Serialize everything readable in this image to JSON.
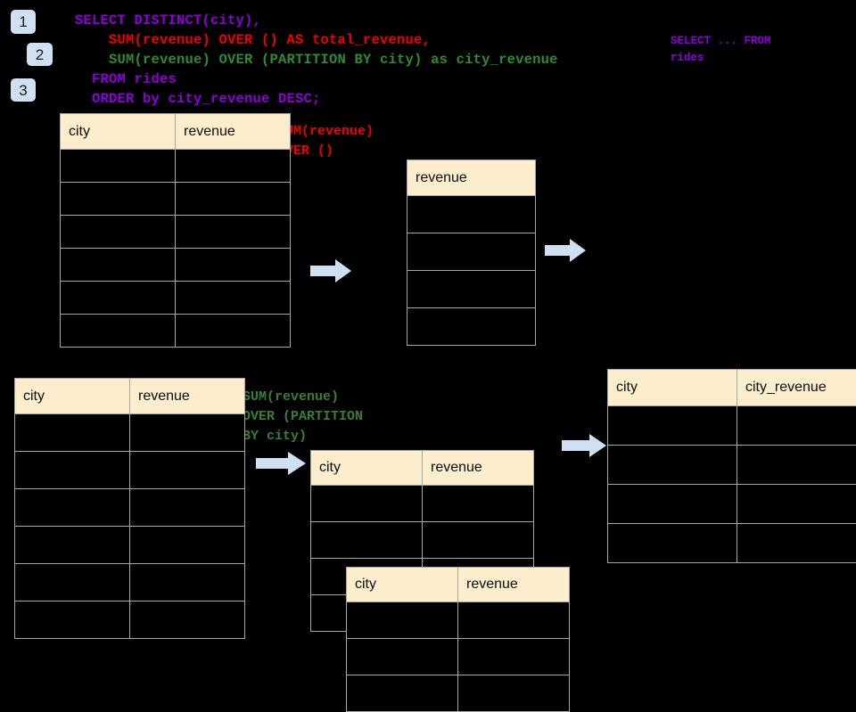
{
  "steps": [
    {
      "label": "1"
    },
    {
      "label": "2"
    },
    {
      "label": "3"
    }
  ],
  "query": {
    "line1": "SELECT DISTINCT(city),",
    "line2": "    SUM(revenue) OVER () AS total_revenue,",
    "line3": "    SUM(revenue) OVER (PARTITION BY city) as city_revenue",
    "line4": "  FROM rides",
    "line5": "  ORDER by city_revenue DESC;"
  },
  "sidenote": {
    "text": "SELECT ... FROM\nrides"
  },
  "annotations": {
    "total_window": "SUM(revenue)\nOVER ()",
    "partition_window": "SUM(revenue)\nOVER (PARTITION\nBY city)"
  },
  "tables": {
    "source_top": {
      "name": "rides-source-table-top",
      "headers": [
        "city",
        "revenue"
      ],
      "row_count": 6
    },
    "total_revenue": {
      "name": "total-revenue-table",
      "headers": [
        "revenue"
      ],
      "row_count": 4
    },
    "source_bottom": {
      "name": "rides-source-table-bottom",
      "headers": [
        "city",
        "revenue"
      ],
      "row_count": 6
    },
    "partition_back": {
      "name": "partition-group-table-back",
      "headers": [
        "city",
        "revenue"
      ],
      "row_count": 4
    },
    "partition_front": {
      "name": "partition-group-table-front",
      "headers": [
        "city",
        "revenue"
      ],
      "row_count": 3
    },
    "result": {
      "name": "final-result-table",
      "headers": [
        "city",
        "city_revenue"
      ],
      "row_count": 4
    }
  },
  "colors": {
    "background": "#000000",
    "header_fill": "#fceecd",
    "grid_line": "#a6a6a6",
    "badge_fill": "#cfe0f2",
    "arrow_fill": "#cfe0f2",
    "keyword_purple": "#8b00d7",
    "total_red": "#ee0000",
    "partition_green": "#2e8b2e"
  },
  "arrows": [
    {
      "name": "arrow-source-to-total"
    },
    {
      "name": "arrow-total-to-result"
    },
    {
      "name": "arrow-source-to-partition"
    },
    {
      "name": "arrow-partition-to-result"
    }
  ]
}
